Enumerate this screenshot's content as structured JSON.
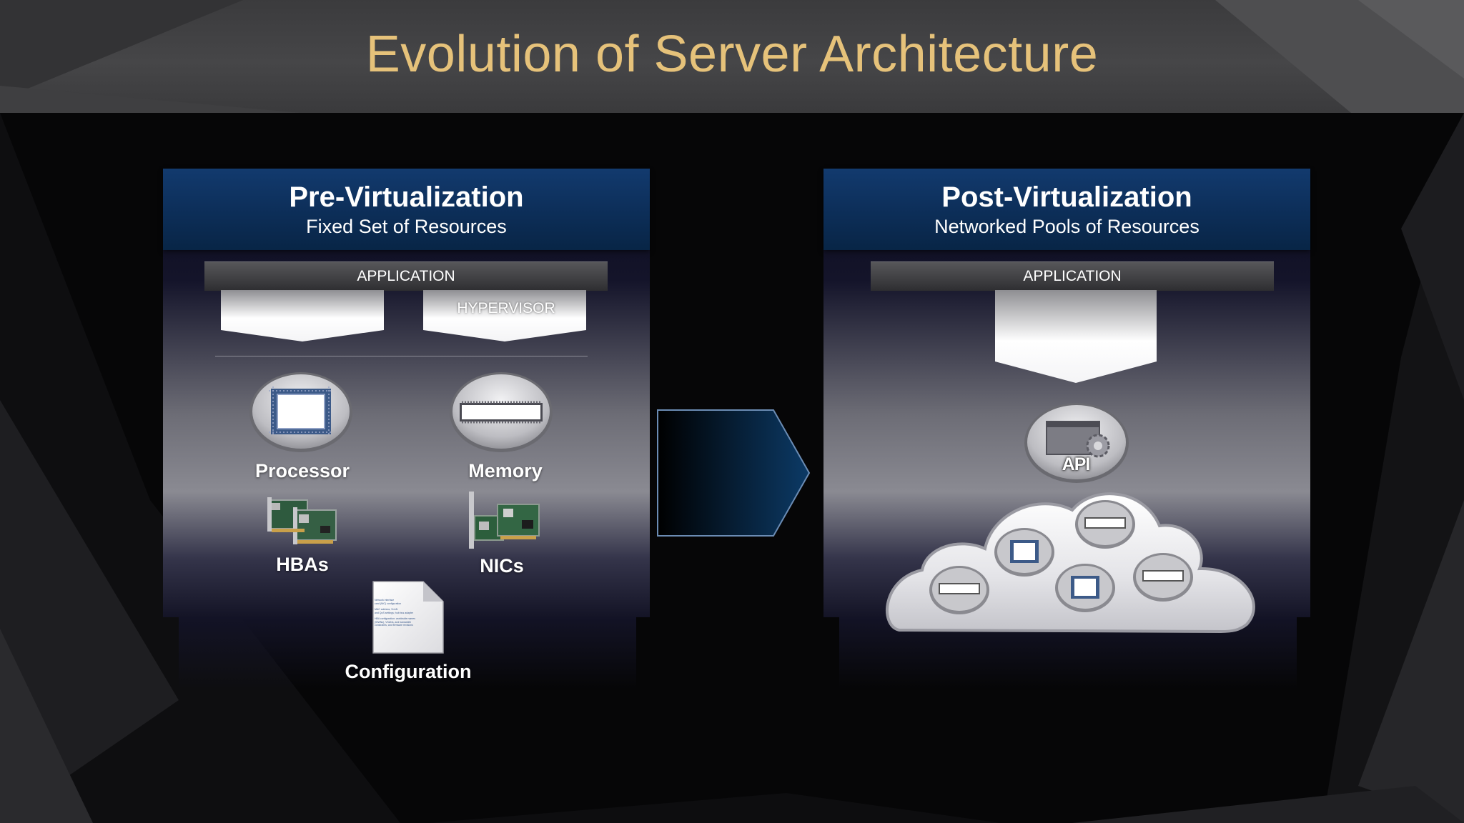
{
  "title": "Evolution of Server Architecture",
  "colors": {
    "title": "#e6c27a",
    "header_blue": "#0d2f5a",
    "background": "#050506"
  },
  "pre": {
    "title": "Pre-Virtualization",
    "subtitle": "Fixed Set of Resources",
    "application_label": "APPLICATION",
    "hypervisor_label": "HYPERVISOR",
    "components": [
      {
        "label": "Processor",
        "icon": "processor-chip-icon"
      },
      {
        "label": "Memory",
        "icon": "memory-module-icon"
      },
      {
        "label": "HBAs",
        "icon": "hba-cards-icon"
      },
      {
        "label": "NICs",
        "icon": "nic-card-icon"
      },
      {
        "label": "Configuration",
        "icon": "configuration-document-icon"
      }
    ],
    "document_lines": [
      "Network interface",
      "card (NIC) configuration",
      "MAC address, VLAN",
      "and QoS settings; hub bus adapter",
      "HBA configuration: worldwide names",
      "(WWNs), VSANs, and bandwidth",
      "constraints; and firmware revisions"
    ]
  },
  "transition": {
    "icon": "right-arrow-chevron-icon"
  },
  "post": {
    "title": "Post-Virtualization",
    "subtitle": "Networked Pools of Resources",
    "application_label": "APPLICATION",
    "api_label": "API",
    "pool_icon": "resource-pool-cloud-icon"
  }
}
